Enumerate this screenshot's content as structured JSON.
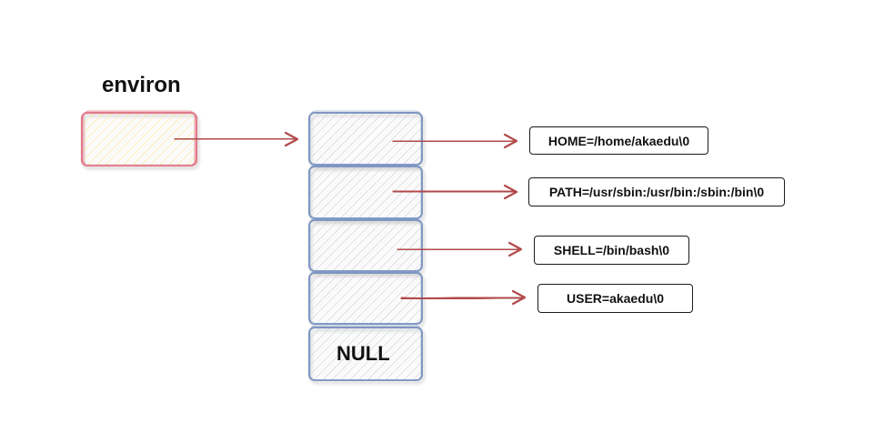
{
  "diagram": {
    "title": "environ",
    "array": {
      "null_label": "NULL"
    },
    "strings": [
      "HOME=/home/akaedu\\0",
      "PATH=/usr/sbin:/usr/bin:/sbin:/bin\\0",
      "SHELL=/bin/bash\\0",
      "USER=akaedu\\0"
    ]
  },
  "colors": {
    "pointer_fill": "#fdf0b8",
    "pointer_stroke": "#e07a8a",
    "cell_fill_hatch": "#b7bcc7",
    "cell_stroke": "#7e96c2",
    "arrow": "#b24a4a",
    "text": "#111111"
  }
}
